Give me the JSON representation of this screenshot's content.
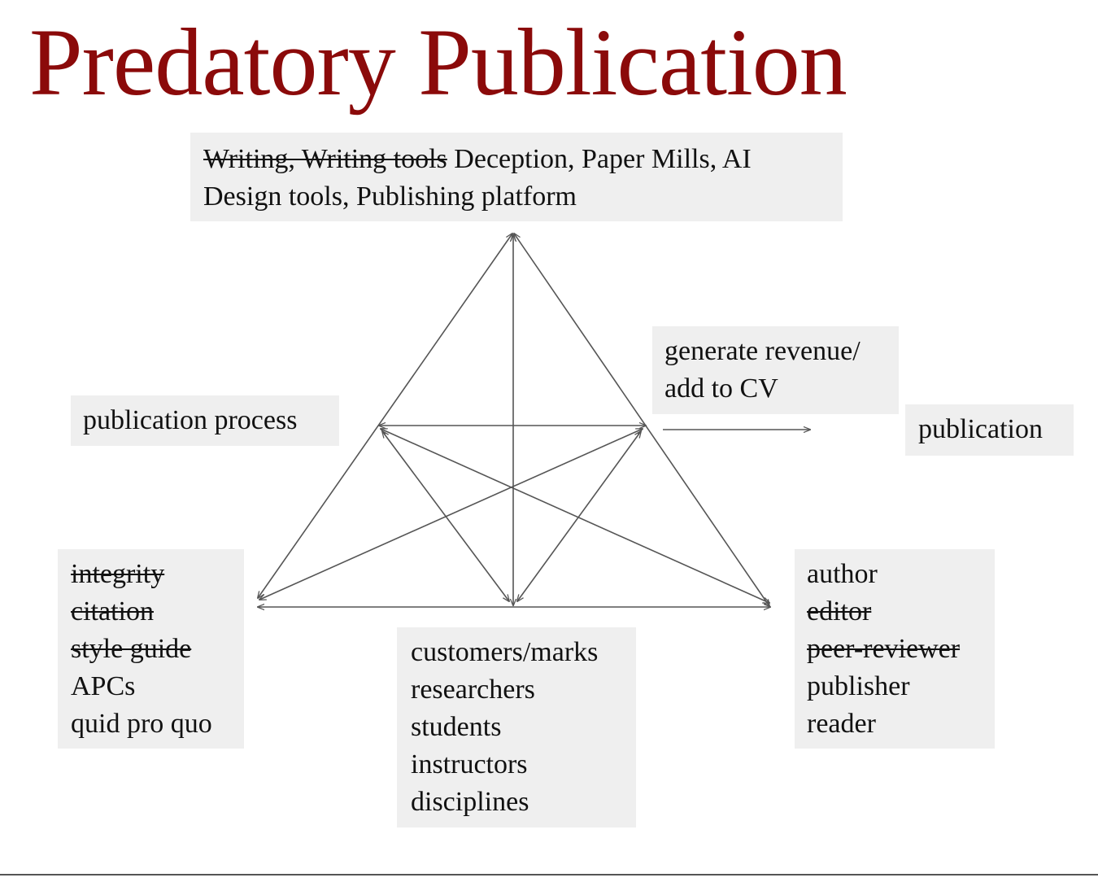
{
  "title": "Predatory Publication",
  "tools": {
    "struck": "Writing, Writing tools",
    "line1_rest": "Deception, Paper Mills, AI",
    "line2": "Design tools, Publishing platform"
  },
  "process": {
    "label": "publication process"
  },
  "goal": {
    "line1": "generate revenue/",
    "line2": "add to CV"
  },
  "outcome": {
    "label": "publication"
  },
  "rules": {
    "items": [
      {
        "text": "integrity",
        "struck": true
      },
      {
        "text": "citation",
        "struck": true
      },
      {
        "text": "style guide",
        "struck": true
      },
      {
        "text": "APCs",
        "struck": false
      },
      {
        "text": "quid pro quo",
        "struck": false
      }
    ]
  },
  "community": {
    "items": [
      {
        "text": "customers/marks",
        "struck": false
      },
      {
        "text": "researchers",
        "struck": false
      },
      {
        "text": "students",
        "struck": false
      },
      {
        "text": "instructors",
        "struck": false
      },
      {
        "text": "disciplines",
        "struck": false
      }
    ]
  },
  "roles": {
    "items": [
      {
        "text": "author",
        "struck": false
      },
      {
        "text": "editor",
        "struck": true
      },
      {
        "text": "peer-reviewer",
        "struck": true
      },
      {
        "text": "publisher",
        "struck": false
      },
      {
        "text": "reader",
        "struck": false
      }
    ]
  },
  "colors": {
    "title": "#8b0a0a",
    "box_fill": "#efefef",
    "lines": "#555555"
  }
}
